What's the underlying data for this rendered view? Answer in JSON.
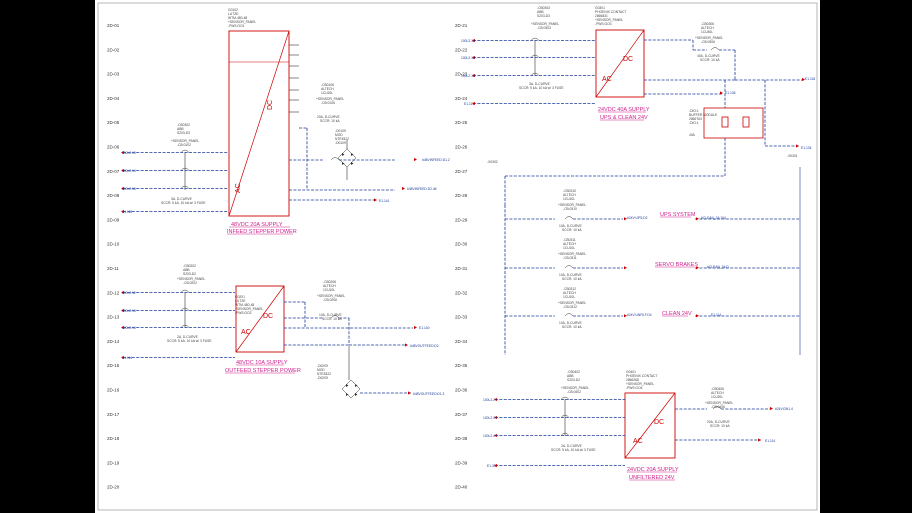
{
  "rows_left": [
    "2D-01",
    "2D-02",
    "2D-03",
    "2D-04",
    "2D-05",
    "2D-06",
    "2D-07",
    "2D-08",
    "2D-09",
    "2D-10",
    "2D-11",
    "2D-12",
    "2D-13",
    "2D-14",
    "2D-15",
    "2D-16",
    "2D-17",
    "2D-18",
    "2D-19",
    "2D-20"
  ],
  "rows_right": [
    "2D-21",
    "2D-22",
    "2D-23",
    "2D-24",
    "2D-25",
    "2D-26",
    "2D-27",
    "2D-28",
    "2D-29",
    "2D-30",
    "2D-31",
    "2D-32",
    "2D-33",
    "2D-34",
    "2D-35",
    "2D-36",
    "2D-37",
    "2D-38",
    "2D-39",
    "2D-40"
  ],
  "psu1": {
    "id": "G0102",
    "part": "LUTZE",
    "model": "WTM-480-48",
    "panel": "+SENSOR_PANEL",
    "loc": "-PWS:GO1",
    "top": "DC",
    "bottom": "AC",
    "caption1": "48VDC 20A SUPPLY",
    "caption2": "INFEED STEPPER POWER"
  },
  "psu2": {
    "id": "G0201",
    "part": "LUTZE",
    "model": "WTM-480-48",
    "panel": "+SENSOR_PANEL",
    "loc": "-PWS:GO2",
    "top": "DC",
    "bottom": "AC",
    "caption1": "48VDC 10A SUPPLY",
    "caption2": "OUTFEED STEPPER POWER"
  },
  "psu3": {
    "id": "G0301",
    "part": "PHOENIX CONTACT",
    "model": "2866831",
    "panel": "+SENSOR_PANEL",
    "loc": "-PWS:GO3",
    "top": "DC",
    "bottom": "AC",
    "caption1": "24VDC 40A SUPPLY",
    "caption2": "UPS & CLEAN 24V"
  },
  "psu4": {
    "id": "G0401",
    "part": "PHOENIX CONTACT",
    "model": "2866268",
    "panel": "+SENSOR_PANEL",
    "loc": "-PWS:GO4",
    "top": "DC",
    "bottom": "AC",
    "caption1": "24VDC 20A SUPPLY",
    "caption2": "UNFILTERED 24V"
  },
  "breakers": {
    "cb1": {
      "id": "-CB0302",
      "maker": "ABB",
      "model": "S203-D3",
      "panel": "+SENSOR_PANEL",
      "loc": "-CB:0102",
      "rating1": "3A, D-CURVE",
      "rating2": "SCCR: 5 kA, 10 kA w/ 3 FUSE"
    },
    "cb2": {
      "id": "-CB0202",
      "maker": "ABB",
      "model": "S203-D2",
      "panel": "+SENSOR_PANEL",
      "loc": "-CB:0202",
      "rating1": "2A, D-CURVE",
      "rating2": "SCCR: 5 kA, 10 kA w/ 3 FUSE"
    },
    "cb3": {
      "id": "-CB0303",
      "maker": "ABB",
      "model": "S203-D3",
      "panel": "+SENSOR_PANEL",
      "loc": "-CB:0303",
      "rating1": "3A, D-CURVE",
      "rating2": "SCCR: 5 kA, 10 kA w/ 3 FUSE"
    },
    "cb4": {
      "id": "-CB0402",
      "maker": "ABB",
      "model": "S203-D2",
      "panel": "+SENSOR_PANEL",
      "loc": "-CB:0402",
      "rating1": "2A, D-CURVE",
      "rating2": "SCCR: 5 kA, 10 kA w/ 3 FUSE"
    },
    "cb5": {
      "id": "-CB0106",
      "maker": "ALTECH",
      "model": "1CU20L",
      "panel": "+SENSOR_PANEL",
      "loc": "-CB:0106",
      "rating1": "20A, D-CURVE",
      "rating2": "SCCR: 10 kA"
    },
    "cb6": {
      "id": "-CB0206",
      "maker": "ALTECH",
      "model": "1CU10L",
      "panel": "+SENSOR_PANEL",
      "loc": "-CB:0206",
      "rating1": "10A, D-CURVE",
      "rating2": "SCCR: 10 kA"
    },
    "cb7": {
      "id": "-CB0306",
      "maker": "ALTECH",
      "model": "1CU40L",
      "panel": "+SENSOR_PANEL",
      "loc": "-CB:0306",
      "rating1": "40A, D-CURVE",
      "rating2": "SCCR: 10 kA"
    },
    "cb8": {
      "id": "-CB0310",
      "maker": "ALTECH",
      "model": "1CU10L",
      "panel": "+SENSOR_PANEL",
      "loc": "-CB:0310",
      "rating1": "10A, D-CURVE",
      "rating2": "SCCR: 10 kA"
    },
    "cb9": {
      "id": "-CB0311",
      "maker": "ALTECH",
      "model": "1CU10L",
      "panel": "+SENSOR_PANEL",
      "loc": "-CB:0311",
      "rating1": "10A, D-CURVE",
      "rating2": "SCCR: 10 kA"
    },
    "cb10": {
      "id": "-CB0312",
      "maker": "ALTECH",
      "model": "1CU10L",
      "panel": "+SENSOR_PANEL",
      "loc": "-CB:0312",
      "rating1": "10A, D-CURVE",
      "rating2": "SCCR: 10 kA"
    },
    "cb11": {
      "id": "-CB0406",
      "maker": "ALTECH",
      "model": "1CU20L",
      "panel": "+SENSOR_PANEL",
      "loc": "-CB:0406",
      "rating1": "20A, D-CURVE",
      "rating2": "SCCR: 10 kA"
    }
  },
  "diodes": {
    "d1": {
      "id": "-D0109",
      "model": "MOD",
      "part": "NTE5322",
      "ref": "-D0109"
    },
    "d2": {
      "id": "-D0209",
      "model": "MOD",
      "part": "NTE5322",
      "ref": "-D0209"
    }
  },
  "module": {
    "id": "-DIO:1",
    "model": "BUFFER MODULE",
    "part": "2866763",
    "loc": "-DIO:1",
    "rating": "40A"
  },
  "terminals": {
    "top": "-X0301",
    "bottom": "-X0302"
  },
  "inputs": {
    "a": [
      "100L2.13",
      "100L2.14",
      "100L2.15"
    ],
    "b": [
      "100L2.12",
      "100L2.13",
      "100L2.14"
    ],
    "c": [
      "100L2.11",
      "100L2.12",
      "100L2.13"
    ],
    "d": [
      "100L2.2",
      "100L2.3",
      "100L2.4"
    ],
    "gnd": [
      "E1.118",
      "E1.114",
      "E1.113",
      "E1.30"
    ]
  },
  "outputs": {
    "o1": "#48VINFEED:D1.2",
    "o2": "#48VINFEED:D2.46",
    "o3": "#48VOUTFEED:D2",
    "o4": "#48VOUTFEED:D1.3",
    "o5": "E1.140",
    "o6": "E1.141",
    "o7": "E1.118",
    "o8": "E1.134",
    "o9": "E1.136",
    "o10": "E1.114",
    "o11": "#24V:UPS:D2",
    "o12": "#CLEAN_24:104",
    "o13": "#CLEAN_24:D",
    "o14": "#24V:UNFILT:D4",
    "o15": "#24V:DN1.4",
    "o16": "E1.114"
  },
  "sections": {
    "ups": "UPS SYSTEM",
    "servo": "SERVO BRAKES",
    "clean": "CLEAN 24V"
  }
}
